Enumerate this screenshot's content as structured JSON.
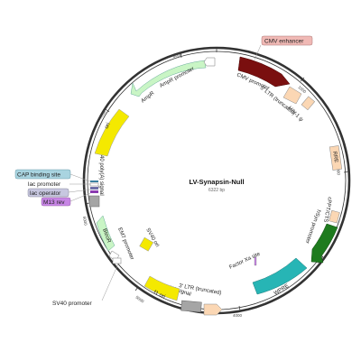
{
  "title": "LV-Synapsin-Null",
  "size": "6322 bp",
  "ticks": [
    "1000",
    "2000",
    "3000",
    "4000",
    "5000",
    "6000",
    "7000",
    "8000"
  ],
  "features": {
    "cmv_promoter": "CMV promoter",
    "ltr5": "5' LTR (truncated)",
    "hiv_psi": "HIV-1 ψ",
    "rre": "RRE",
    "cppt": "cPPT/CTS",
    "hsyn": "hSyn promoter",
    "factor_xa": "Factor Xa site",
    "wpre": "WPRE",
    "ltr3": "3' LTR (truncated)",
    "bgh": "bGH poly(A) signal",
    "f1_ori": "f1 ori",
    "sv40_ori": "SV40 ori",
    "em7": "EM7 promoter",
    "bleor": "BleoR",
    "sv40_polya": "SV40 poly(A) signal",
    "ori": "ori",
    "ampr": "AmpR",
    "ampr_promoter": "AmpR promoter"
  },
  "external_labels": {
    "cmv_enhancer": "CMV enhancer",
    "cap": "CAP binding site",
    "lac_promoter": "lac promoter",
    "lac_operator": "lac operator",
    "m13_rev": "M13 rev",
    "sv40_promoter": "SV40 promoter"
  },
  "colors": {
    "cmv_promoter": "#7a0f0f",
    "hsyn": "#1e7b1e",
    "wpre": "#27b5b5",
    "ori": "#f4e900",
    "ampr": "#c9f5c5",
    "ltr": "#fbd7b4",
    "gray": "#a5a5a5",
    "cmv_enhancer_box": "#f0b9b5",
    "cap_box": "#a9d4e0",
    "lac_box": "#c7c7e0",
    "m13_box": "#c785e5"
  }
}
